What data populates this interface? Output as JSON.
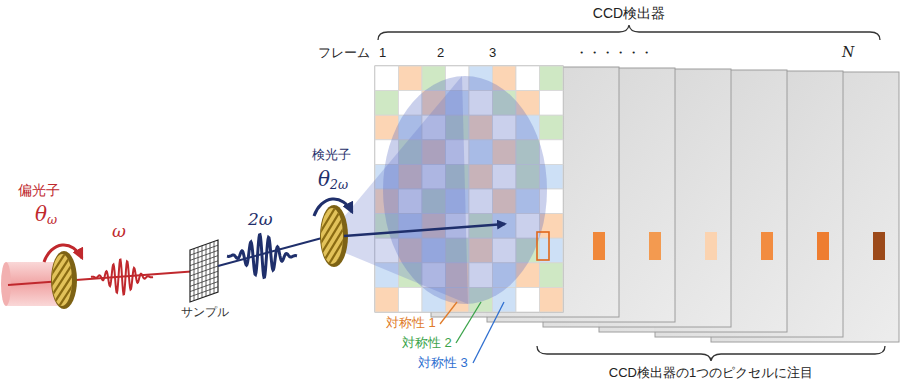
{
  "diagram": {
    "labels": [
      "CCD検出器",
      "フレーム",
      "1",
      "2",
      "3",
      "・・・・・・",
      "N",
      "偏光子",
      "θω",
      "ω",
      "サンプル",
      "2ω",
      "検光子",
      "θ2ω",
      "対称性 1",
      "対称性 2",
      "対称性 3",
      "CCD検出器の1つのピクセルに注目"
    ]
  }
}
